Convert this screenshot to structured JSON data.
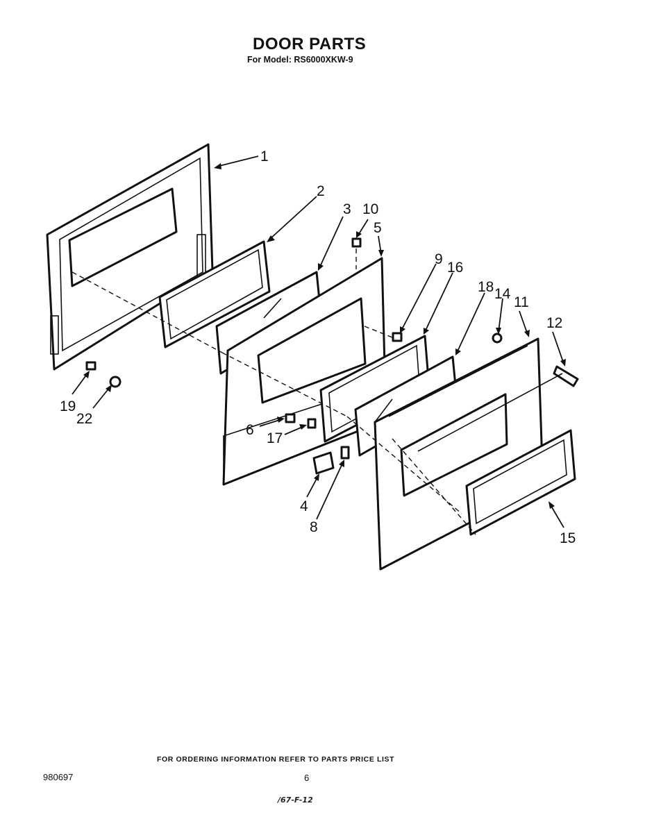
{
  "header": {
    "title": "DOOR PARTS",
    "subtitle": "For Model: RS6000XKW-9"
  },
  "footer": {
    "note": "FOR ORDERING INFORMATION REFER TO PARTS PRICE LIST",
    "doc_number": "980697",
    "page_number": "6",
    "handwritten_ref": "/67-F-12"
  },
  "callouts": [
    "1",
    "2",
    "3",
    "10",
    "5",
    "9",
    "16",
    "18",
    "14",
    "11",
    "12",
    "19",
    "22",
    "6",
    "17",
    "4",
    "8",
    "15"
  ]
}
